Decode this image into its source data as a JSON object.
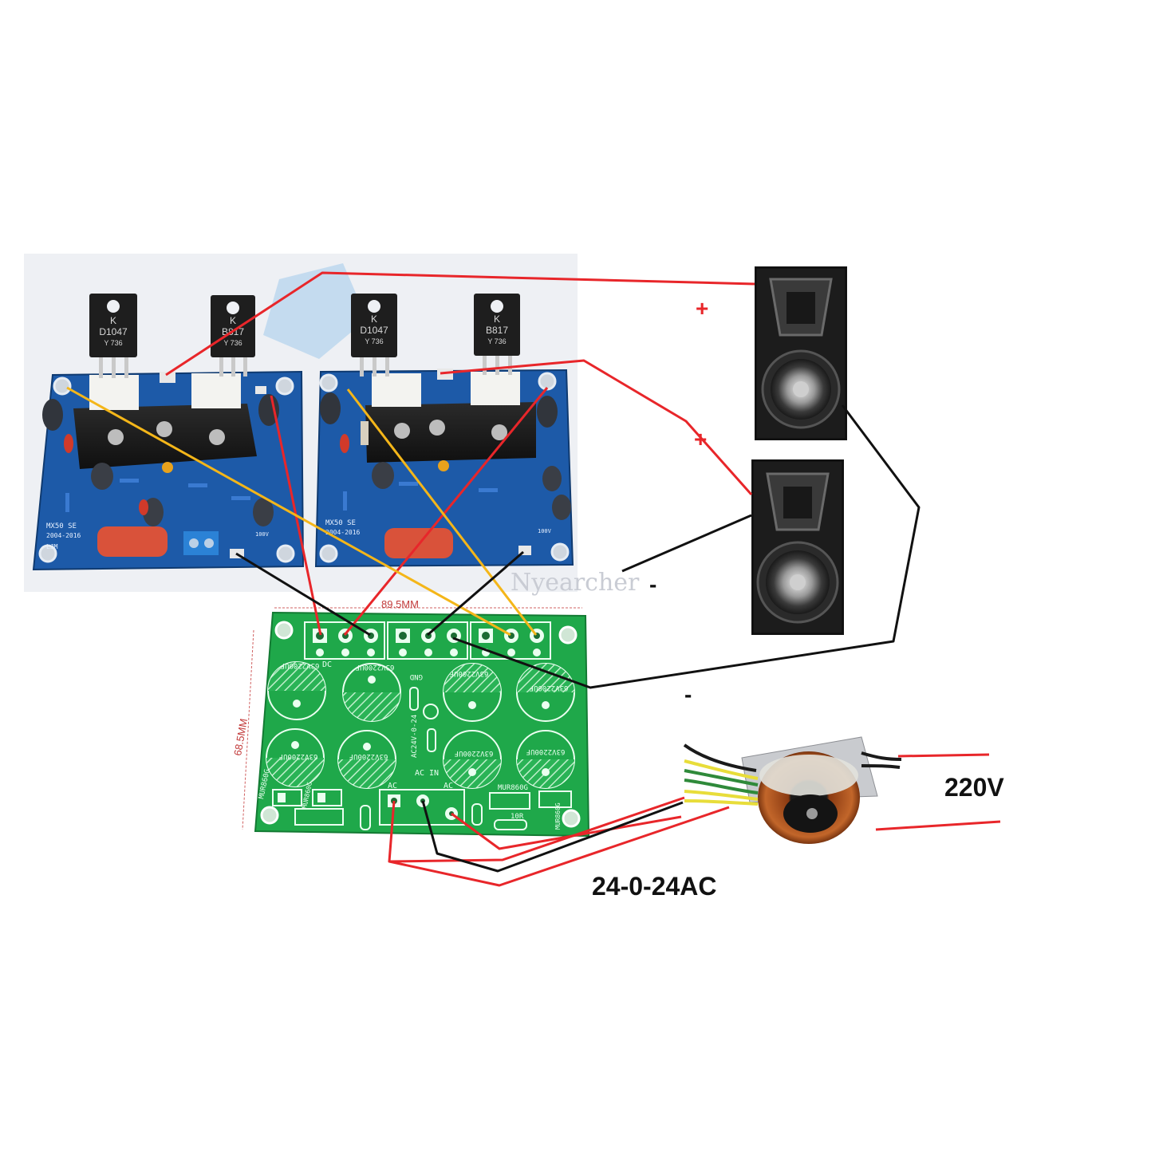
{
  "amp_boards": {
    "left": {
      "transistor_1": {
        "brand": "K",
        "part": "D1047",
        "code": "Y   736"
      },
      "transistor_2": {
        "brand": "K",
        "part": "B817",
        "code": "Y   736"
      },
      "model": "MX50 SE",
      "year": "2004-2016",
      "author": "LJM",
      "cap_label": "100V"
    },
    "right": {
      "transistor_1": {
        "brand": "K",
        "part": "D1047",
        "code": "Y   736"
      },
      "transistor_2": {
        "brand": "K",
        "part": "B817",
        "code": "Y   736"
      },
      "model": "MX50 SE",
      "year": "2004-2016",
      "cap_label": "100V"
    }
  },
  "watermark": "Nyearcher",
  "psu_board": {
    "width_dim": "89.5MM",
    "height_dim": "68.5MM",
    "capacitor_labels": [
      "63V2200UF",
      "63V2200UF",
      "63V2200UF",
      "63V2200UF",
      "63V2200UF",
      "63V2200UF",
      "63V2200UF",
      "63V2200UF"
    ],
    "gnd": "GND",
    "model": "AC24V-0-24",
    "ac_left": "AC",
    "ac_mid": "AC",
    "ac_right": "AC",
    "in_label": "IN",
    "diode_left_1": "MUR860G",
    "diode_left_2": "MUR860G",
    "diode_right_1": "MUR860G",
    "diode_right_2": "MUR860G",
    "resistor": "10R",
    "dc_label": "DC"
  },
  "speaker_labels": {
    "top_plus": "+",
    "bottom_plus": "+",
    "bottom_minus": "-",
    "top_minus": "-"
  },
  "transformer": {
    "voltage_in": "220V",
    "voltage_out": "24-0-24AC"
  },
  "colors": {
    "wire_red": "#e8262a",
    "wire_yellow": "#f4b619",
    "wire_black": "#111111",
    "amp_pcb": "#1d5aa8",
    "psu_pcb": "#1fa84a"
  }
}
